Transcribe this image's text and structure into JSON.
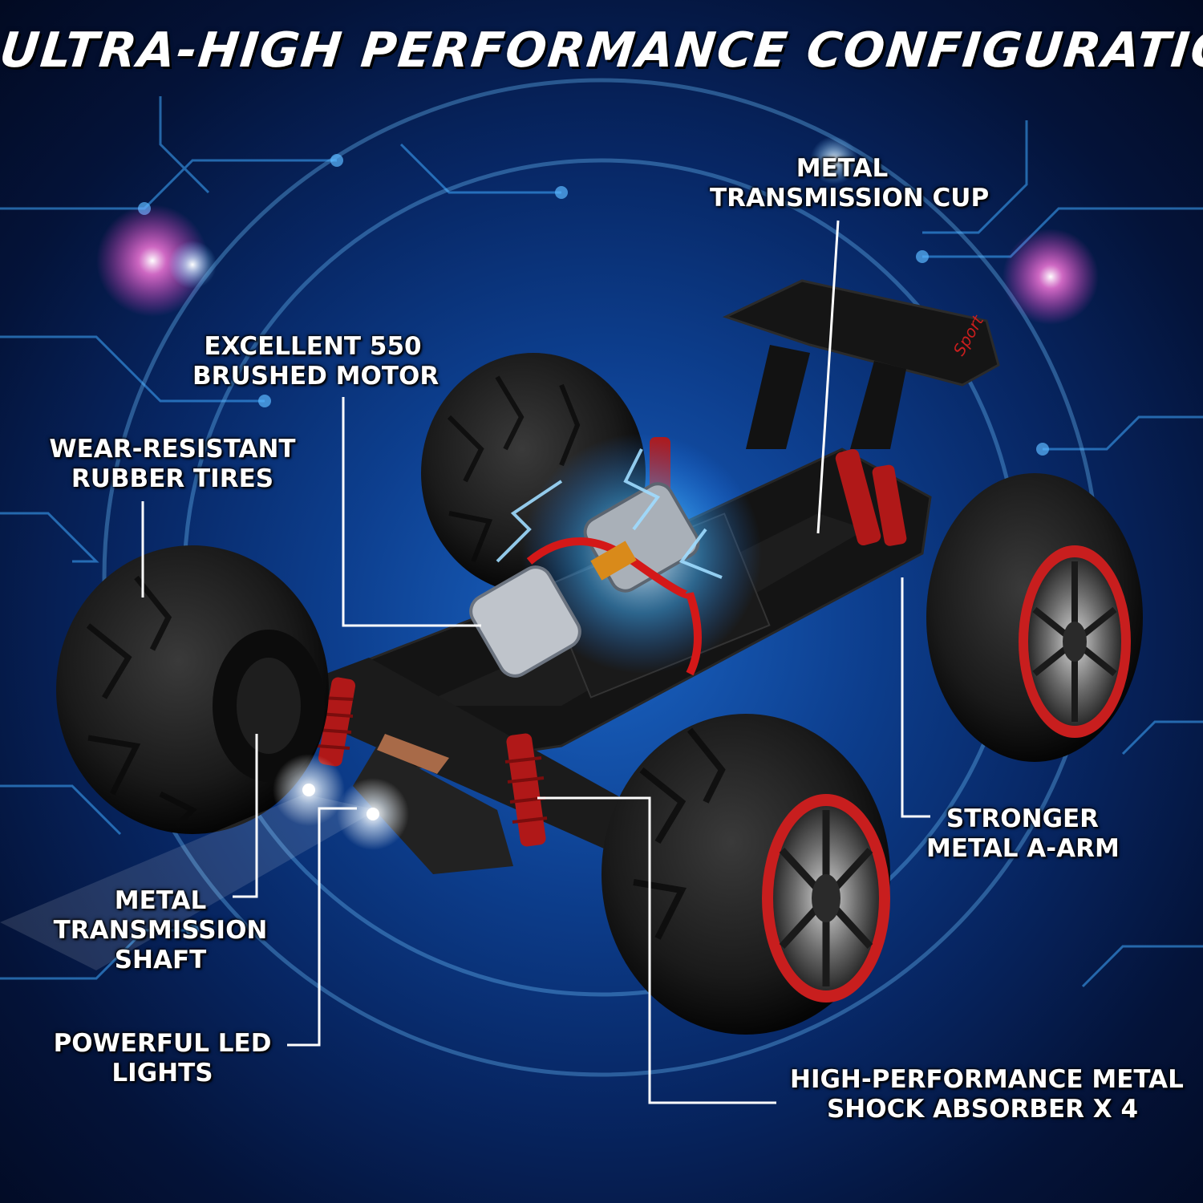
{
  "headline": "ULTRA-HIGH PERFORMANCE CONFIGURATION",
  "callouts": {
    "transmission_cup": [
      "METAL",
      "TRANSMISSION CUP"
    ],
    "motor": [
      "EXCELLENT 550",
      "BRUSHED MOTOR"
    ],
    "tires": [
      "WEAR-RESISTANT",
      "RUBBER TIRES"
    ],
    "a_arm": [
      "STRONGER",
      "METAL A-ARM"
    ],
    "shaft": [
      "METAL",
      "TRANSMISSION",
      "SHAFT"
    ],
    "led": [
      "POWERFUL LED",
      "LIGHTS"
    ],
    "shock": [
      "HIGH-PERFORMANCE METAL",
      "SHOCK ABSORBER X 4"
    ]
  },
  "colors": {
    "background": "#0b3a8a",
    "circuit": "#3fa9ff",
    "accent_red": "#c81e1e",
    "tire": "#202020",
    "text": "#ffffff"
  }
}
